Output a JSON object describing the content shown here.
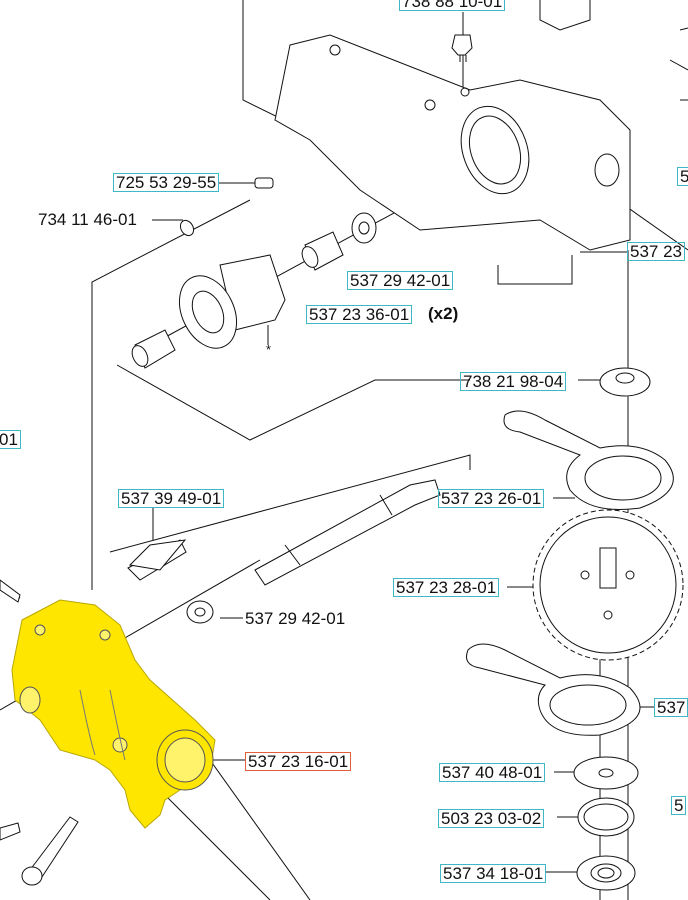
{
  "diagram": {
    "highlight_color": "#ffe600",
    "hotspot_border_color": "#3fb8c6",
    "selected_border_color": "#e0603a",
    "labels": {
      "l1": "738 88 10-01",
      "l2": "725 53 29-55",
      "l3": "734 11 46-01",
      "l4": "537 29 42-01",
      "l5": "537 23 36-01",
      "l5_qty": "(x2)",
      "l6": "738 21 98-04",
      "l7": "01",
      "l8": "537 39 49-01",
      "l9": "537 23 26-01",
      "l10": "537 23 28-01",
      "l11": "537 29 42-01",
      "l12": "537 23 16-01",
      "l13": "537 40 48-01",
      "l14": "503 23 03-02",
      "l15": "537 34 18-01",
      "r1": "5",
      "r2": "537 23",
      "r3": "537",
      "r4": "5",
      "star": "*"
    }
  }
}
